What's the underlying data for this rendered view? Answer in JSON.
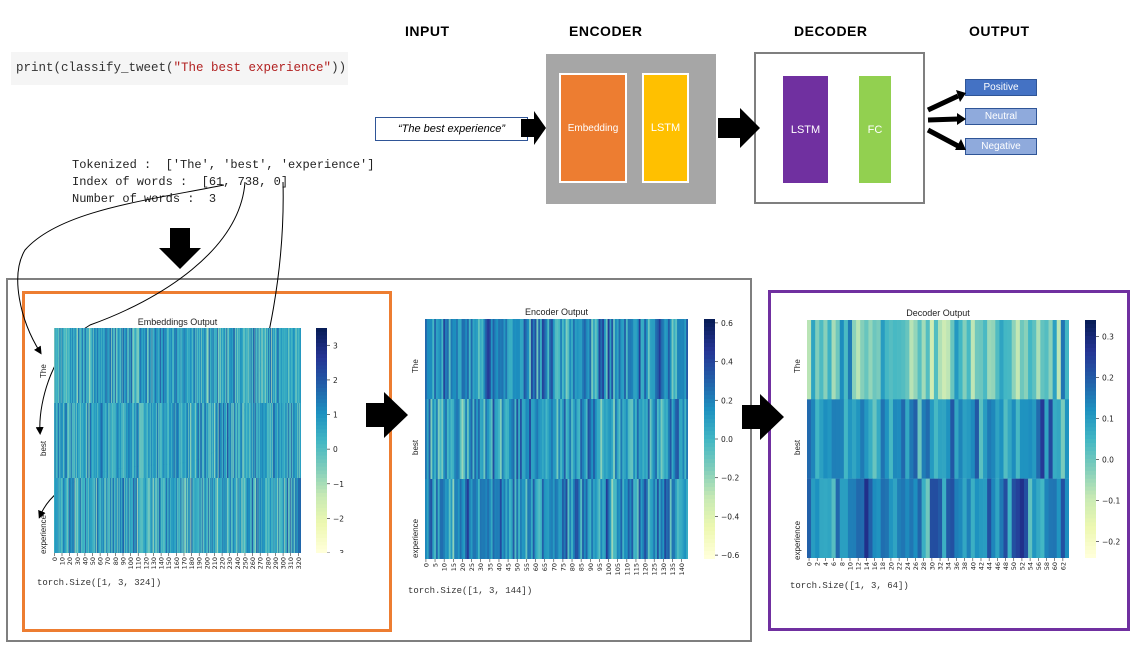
{
  "headers": {
    "input": "INPUT",
    "encoder": "ENCODER",
    "decoder": "DECODER",
    "output": "OUTPUT"
  },
  "code": {
    "prefix": "print(classify_tweet(",
    "string": "\"The best experience\"",
    "suffix": "))"
  },
  "tokenizer": {
    "tokenized": "Tokenized :  ['The', 'best', 'experience']",
    "index": "Index of words :  [61, 738, 0]",
    "number": "Number of words :  3"
  },
  "input_text": "“The best experience”",
  "encoder_blocks": {
    "embedding": "Embedding",
    "lstm": "LSTM"
  },
  "decoder_blocks": {
    "lstm": "LSTM",
    "fc": "FC"
  },
  "outputs": [
    {
      "label": "Positive",
      "color": "#4472c4"
    },
    {
      "label": "Neutral",
      "color": "#8faadc"
    },
    {
      "label": "Negative",
      "color": "#8faadc"
    }
  ],
  "colors": {
    "embedding": "#ed7d31",
    "lstm_encoder": "#ffc000",
    "lstm_decoder": "#7030a0",
    "fc": "#92d050",
    "encoder_bg": "#a6a6a6"
  },
  "chart_data": [
    {
      "type": "heatmap",
      "title": "Embeddings Output",
      "rows": [
        "The",
        "best",
        "experience"
      ],
      "columns": 324,
      "xticks": [
        "0",
        "10",
        "20",
        "30",
        "40",
        "50",
        "60",
        "70",
        "80",
        "90",
        "100",
        "110",
        "120",
        "130",
        "140",
        "150",
        "160",
        "170",
        "180",
        "190",
        "200",
        "210",
        "220",
        "230",
        "240",
        "250",
        "260",
        "270",
        "280",
        "290",
        "300",
        "310",
        "320"
      ],
      "colorbar_ticks": [
        "3",
        "2",
        "1",
        "0",
        "−1",
        "−2",
        "−3"
      ],
      "vmin": -3,
      "vmax": 3.5,
      "colormap": "YlGnBu",
      "footer": "torch.Size([1, 3, 324])"
    },
    {
      "type": "heatmap",
      "title": "Encoder Output",
      "rows": [
        "The",
        "best",
        "experience"
      ],
      "columns": 144,
      "xticks": [
        "0",
        "5",
        "10",
        "15",
        "20",
        "25",
        "30",
        "35",
        "40",
        "45",
        "50",
        "55",
        "60",
        "65",
        "70",
        "75",
        "80",
        "85",
        "90",
        "95",
        "100",
        "105",
        "110",
        "115",
        "120",
        "125",
        "130",
        "135",
        "140"
      ],
      "colorbar_ticks": [
        "0.6",
        "0.4",
        "0.2",
        "0.0",
        "−0.2",
        "−0.4",
        "−0.6"
      ],
      "vmin": -0.62,
      "vmax": 0.62,
      "colormap": "YlGnBu",
      "footer": "torch.Size([1, 3, 144])"
    },
    {
      "type": "heatmap",
      "title": "Decoder Output",
      "rows": [
        "The",
        "best",
        "experience"
      ],
      "columns": 64,
      "xticks": [
        "0",
        "2",
        "4",
        "6",
        "8",
        "10",
        "12",
        "14",
        "16",
        "18",
        "20",
        "22",
        "24",
        "26",
        "28",
        "30",
        "32",
        "34",
        "36",
        "38",
        "40",
        "42",
        "44",
        "46",
        "48",
        "50",
        "52",
        "54",
        "56",
        "58",
        "60",
        "62"
      ],
      "colorbar_ticks": [
        "0.3",
        "0.2",
        "0.1",
        "0.0",
        "−0.1",
        "−0.2"
      ],
      "vmin": -0.24,
      "vmax": 0.34,
      "colormap": "YlGnBu",
      "footer": "torch.Size([1, 3, 64])"
    }
  ]
}
